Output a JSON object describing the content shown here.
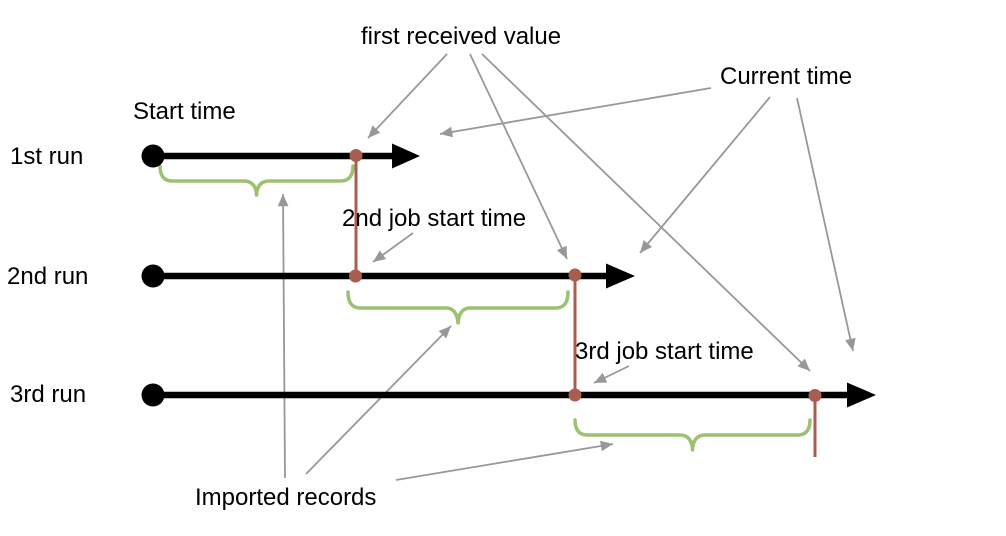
{
  "diagram": {
    "runs": [
      {
        "label": "1st run"
      },
      {
        "label": "2nd run"
      },
      {
        "label": "3rd run"
      }
    ],
    "annotations": {
      "start_time": "Start time",
      "first_received_value": "first received value",
      "current_time": "Current time",
      "job2_start": "2nd job start time",
      "job3_start": "3rd job start time",
      "imported_records": "Imported records"
    },
    "colors": {
      "timeline": "#000000",
      "marker_red": "#A85D4F",
      "brace_green": "#9DC173",
      "arrow_gray": "#989898",
      "text": "#000000",
      "background": "#FFFFFF"
    }
  }
}
